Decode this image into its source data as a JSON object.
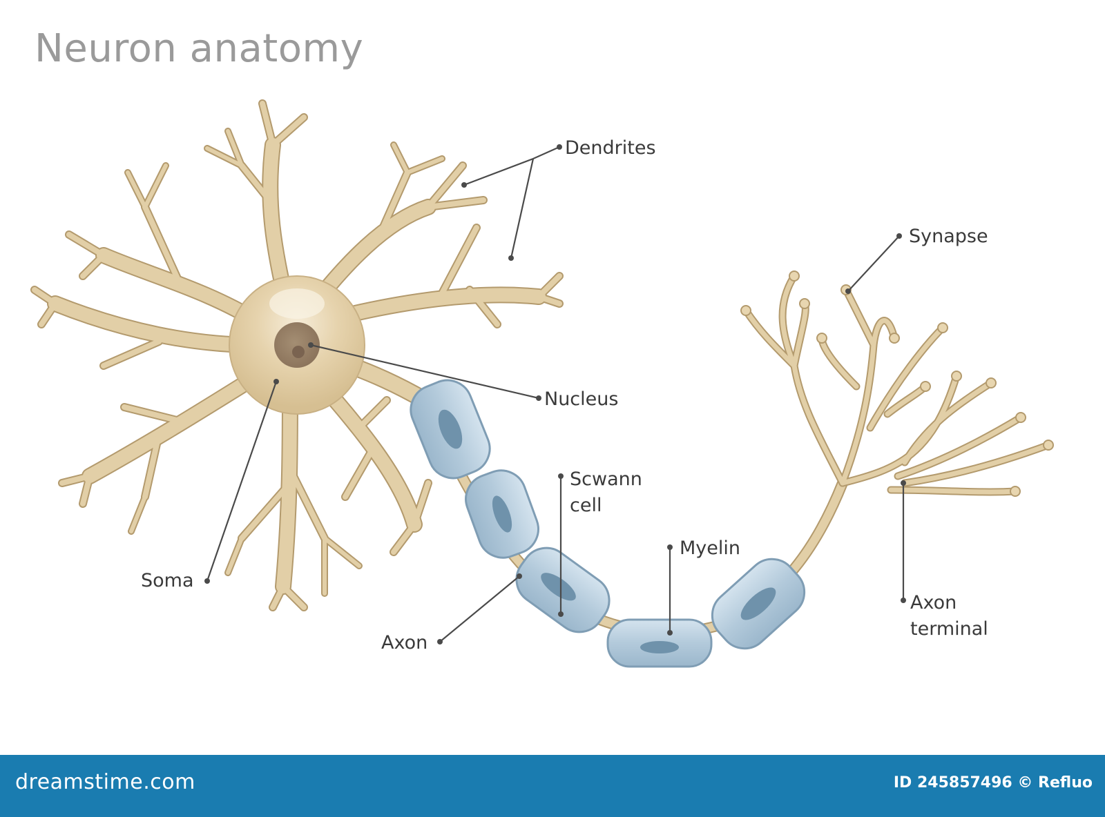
{
  "title": "Neuron anatomy",
  "labels": {
    "dendrites": "Dendrites",
    "synapse": "Synapse",
    "nucleus": "Nucleus",
    "schwann_line1": "Scwann",
    "schwann_line2": "cell",
    "myelin": "Myelin",
    "soma": "Soma",
    "axon": "Axon",
    "axon_terminal_line1": "Axon",
    "axon_terminal_line2": "terminal"
  },
  "footer": {
    "logo": "dreamstime.com",
    "credit": "ID 245857496 © Refluo"
  },
  "colors": {
    "neuron_fill": "#e2cfa7",
    "neuron_stroke": "#b39a6d",
    "nucleus": "#9c8468",
    "myelin_fill": "#b4cbdb",
    "myelin_stroke": "#7f9db4",
    "footer_bg": "#1a7cb0"
  }
}
